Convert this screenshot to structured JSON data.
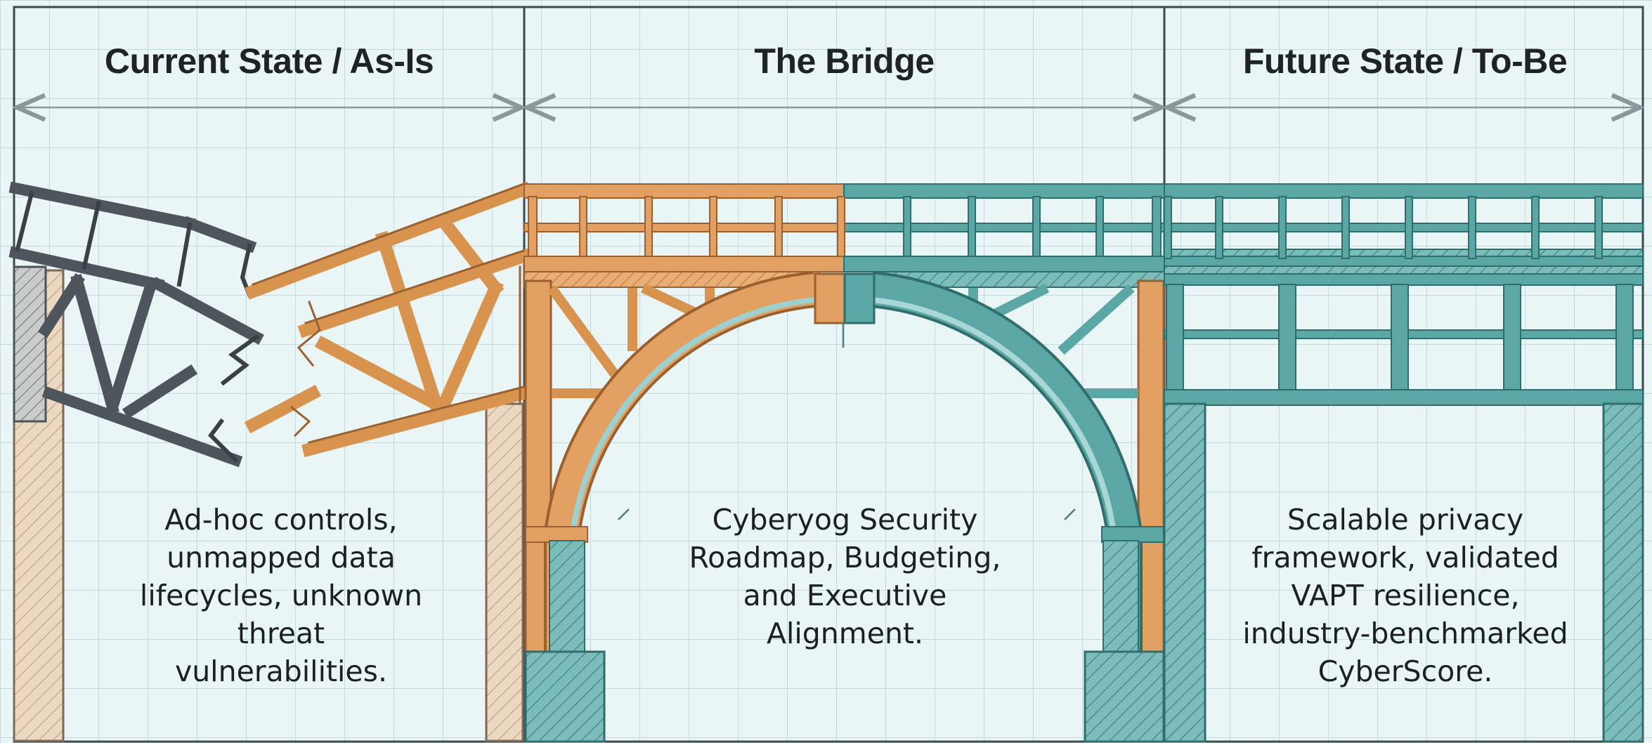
{
  "sections": [
    {
      "title": "Current State / As-Is",
      "description_lines": [
        "Ad-hoc controls,",
        "unmapped data",
        "lifecycles, unknown",
        "threat",
        "vulnerabilities."
      ]
    },
    {
      "title": "The Bridge",
      "description_lines": [
        "Cyberyog Security",
        "Roadmap, Budgeting,",
        "and Executive",
        "Alignment."
      ]
    },
    {
      "title": "Future State / To-Be",
      "description_lines": [
        "Scalable privacy",
        "framework, validated",
        "VAPT resilience,",
        "industry-benchmarked",
        "CyberScore."
      ]
    }
  ],
  "colors": {
    "background": "#e9f6f5",
    "grid": "#c9dbdc",
    "broken_steel": "#5a5f66",
    "orange_timber": "#e2a062",
    "teal_steel": "#5ba7a6",
    "hatch_beige": "#e9d2b8",
    "ink": "#2d3a40"
  }
}
